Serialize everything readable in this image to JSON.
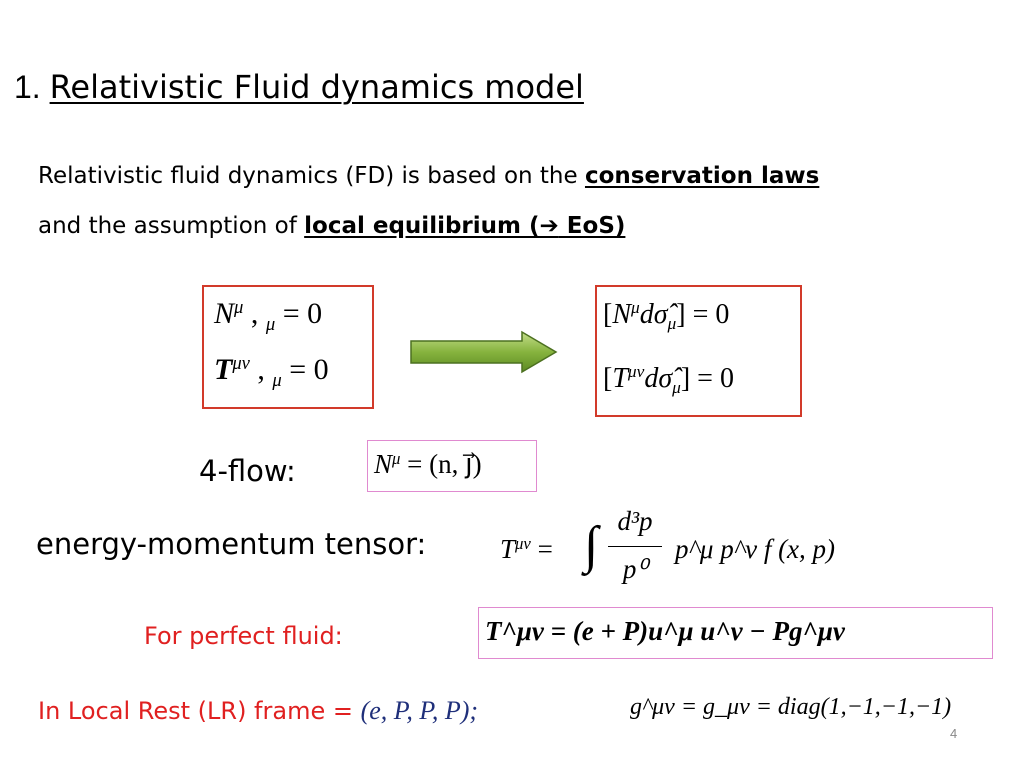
{
  "title": {
    "number": "1.",
    "text": "Relativistic Fluid dynamics model"
  },
  "intro": {
    "line1_prefix": "Relativistic fluid dynamics (FD)  is based on the",
    "line1_bold": "conservation laws",
    "line2_prefix": "and the assumption of",
    "line2_bold_a": "local equilibrium (",
    "line2_arrow": "➔",
    "line2_bold_b": " EoS)"
  },
  "conservation": {
    "n_symbol": "N",
    "t_symbol": "T",
    "mu": "μ",
    "munu": "μν",
    "comma_mu": ", ",
    "equals_zero": " = 0"
  },
  "integral_form": {
    "open_bracket": "[",
    "d_sigma": "dσ̂",
    "close_eq": "] = 0",
    "n_symbol": "N",
    "t_symbol": "T",
    "mu": "μ",
    "munu": "μν"
  },
  "four_flow": {
    "label": "4-flow:",
    "lhs": "N",
    "sup": "μ",
    "rhs": " = (n, j⃗)"
  },
  "energy_momentum": {
    "label": "energy-momentum tensor:",
    "lhs": "T",
    "sup": "μν",
    "eq": " = ",
    "integral": "∫",
    "numerator": "d³p",
    "denominator": "p⁰",
    "rhs": "p^μ p^ν f (x, p)"
  },
  "perfect_fluid": {
    "label": "For perfect fluid:",
    "equation": "T^μν = (e + P)u^μ u^ν − Pg^μν"
  },
  "local_rest": {
    "label": "In Local Rest (LR) frame",
    "eq_sign": " = ",
    "value": "(e, P, P, P);",
    "metric": "g^μν = g_μν = diag(1,−1,−1,−1)"
  },
  "page_number": "4",
  "colors": {
    "red_box": "#d23a2a",
    "pink_box": "#e08ad0",
    "red_text": "#e02020",
    "navy": "#1f2f7a",
    "arrow_green": "#7aa33a"
  }
}
